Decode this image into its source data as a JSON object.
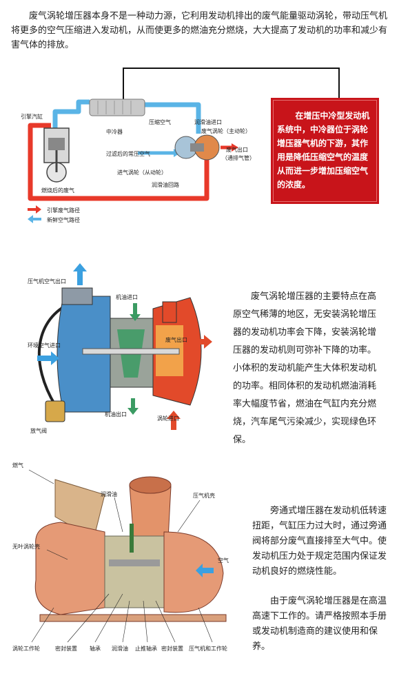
{
  "intro": "废气涡轮增压器本身不是一种动力源，它利用发动机排出的废气能量驱动涡轮，带动压气机将更多的空气压缩进入发动机，从而使更多的燃油充分燃烧，大大提高了发动机的功率和减少有害气体的排放。",
  "diagram1": {
    "labels": {
      "engine_cylinder": "引擎汽缸",
      "intercooler": "中冷器",
      "compressed_air": "压缩空气",
      "oil_inlet": "润滑油进口",
      "exhaust_turbine": "废气涡轮（主动轮）",
      "filtered_air": "过滤后的常压空气",
      "exhaust_outlet": "废气出口",
      "to_exhaust_pipe": "（通排气管）",
      "intake_turbine": "进气涡轮（从动轮）",
      "oil_return": "润滑油回路",
      "burnt_exhaust": "燃烧后的废气"
    },
    "legend": {
      "exhaust_path": "引擎废气路径",
      "fresh_air_path": "新鲜空气路径"
    },
    "colors": {
      "exhaust": "#e8392a",
      "fresh_air": "#5ab4e6"
    }
  },
  "red_note": "在增压中冷型发动机系统中，中冷器位于涡轮增压器气机的下游，其作用是降低压缩空气的温度从而进一步增加压缩空气的浓度。",
  "diagram2": {
    "labels": {
      "compressor_air_outlet": "压气机空气出口",
      "oil_inlet": "机油进口",
      "ambient_air_inlet": "环境空气进口",
      "exhaust_outlet": "废气出口",
      "oil_outlet": "机油出口",
      "turbine_inlet": "涡轮进口",
      "wastegate": "放气阀"
    }
  },
  "para2": "废气涡轮增压器的主要特点在高原空气稀薄的地区，无安装涡轮增压器的发动机功率会下降，安装涡轮增压器的发动机则可弥补下降的功率。小体积的发动机能产生大体积发动机的功率。相同体积的发动机燃油消耗率大幅度节省，燃油在气缸内充分燃烧，汽车尾气污染减少，实现绿色环保。",
  "diagram3": {
    "labels": {
      "exhaust": "燃气",
      "oil": "润滑油",
      "compressor_housing": "压气机壳",
      "vaneless_housing": "无叶涡轮壳",
      "air": "空气",
      "turbine_wheel": "涡轮工作轮",
      "seal1": "密封装置",
      "bearing": "轴承",
      "oil2": "润滑油",
      "thrust_bearing": "止推轴承",
      "seal2": "密封装置",
      "compressor_wheel": "压气机和工作轮"
    }
  },
  "para3": "旁通式增压器在发动机低转速扭距，气缸压力过大时，通过旁通阀将部分废气直接排至大气中。使发动机压力处于规定范围内保证发动机良好的燃烧性能。",
  "para4": "由于废气涡轮增压器是在高温高速下工作的。请严格按照本手册或发动机制造商的建议使用和保养。"
}
